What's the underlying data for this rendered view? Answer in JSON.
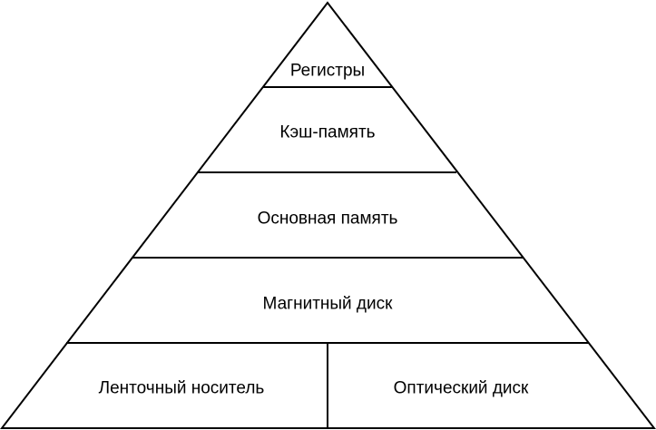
{
  "pyramid": {
    "levels": [
      {
        "label": "Регистры"
      },
      {
        "label": "Кэш-память"
      },
      {
        "label": "Основная память"
      },
      {
        "label": "Магнитный диск"
      },
      {
        "label": "Ленточный носитель"
      },
      {
        "label": "Оптический диск"
      }
    ]
  }
}
